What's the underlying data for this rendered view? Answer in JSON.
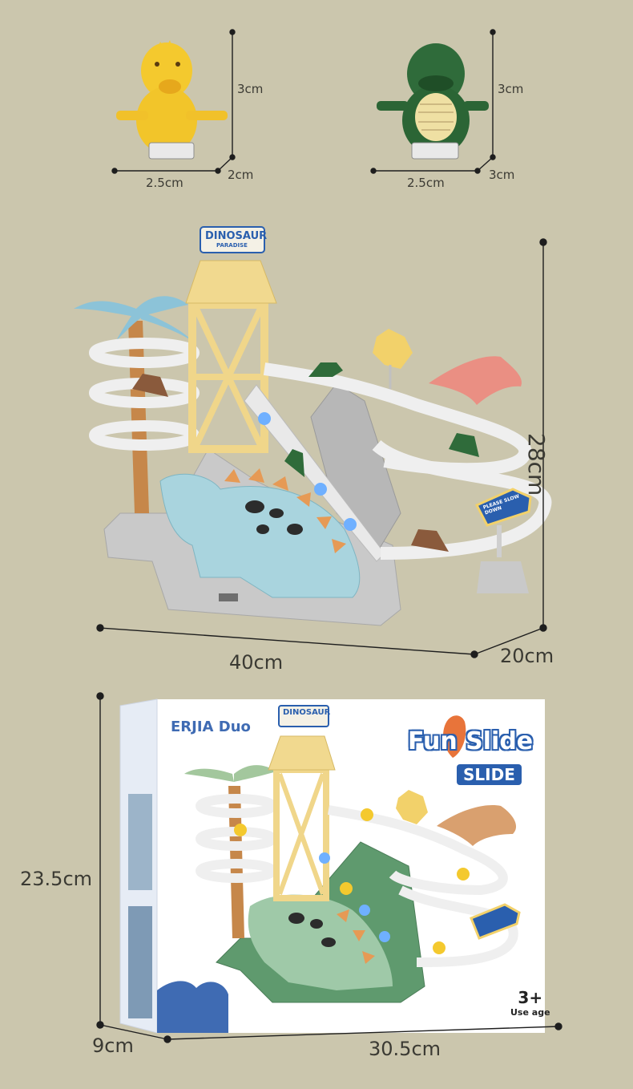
{
  "dimensions": {
    "duck_height": "3cm",
    "duck_width": "2.5cm",
    "duck_depth": "2cm",
    "dino_height": "3cm",
    "dino_width": "2.5cm",
    "dino_depth": "3cm",
    "toy_height": "28cm",
    "toy_width": "40cm",
    "toy_depth": "20cm",
    "box_height": "23.5cm",
    "box_depth": "9cm",
    "box_width": "30.5cm"
  },
  "toy_sign": {
    "title": "DINOSAUR",
    "subtitle": "PARADISE",
    "arrow_sign": "PLEASE SLOW DOWN"
  },
  "box": {
    "brand": "ERJIA Duo",
    "product_name": "Fun Slide",
    "product_sub": "SLIDE",
    "age": "3+",
    "age_label": "Use age"
  },
  "colors": {
    "background": "#cbc6ad",
    "duck": "#f2c72b",
    "green_dino": "#2f6b3a",
    "tower": "#f0d68a",
    "track": "#f2f2f2",
    "blue_dino": "#a9d4de",
    "box_accent": "#2a5fae"
  }
}
